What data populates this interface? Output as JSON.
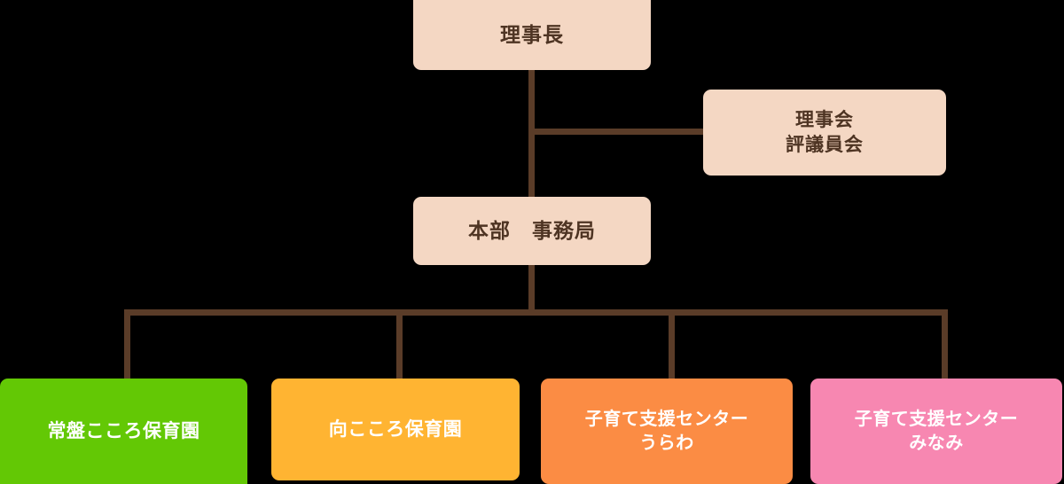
{
  "chart_data": {
    "type": "diagram",
    "subtype": "organization-chart",
    "title": "",
    "orientation": "top-down",
    "colors": {
      "line": "#5a3c28",
      "background": "#000000",
      "peach_fill": "#f4d7c3",
      "peach_text": "#4e3423",
      "leaf_text": "#ffffff",
      "green": "#63c805",
      "amber": "#ffb432",
      "orange": "#fb8c44",
      "pink": "#f787b1"
    },
    "nodes": [
      {
        "id": "chairman",
        "label": "理事長",
        "level": 0,
        "fill": "#f4d7c3",
        "text": "#4e3423"
      },
      {
        "id": "board",
        "label": "理事会\n評議員会",
        "level": 1,
        "fill": "#f4d7c3",
        "text": "#4e3423"
      },
      {
        "id": "headquarters",
        "label": "本部　事務局",
        "level": 1,
        "fill": "#f4d7c3",
        "text": "#4e3423"
      },
      {
        "id": "tokiwa",
        "label": "常盤こころ保育園",
        "level": 2,
        "fill": "#63c805",
        "text": "#ffffff"
      },
      {
        "id": "mukai",
        "label": "向こころ保育園",
        "level": 2,
        "fill": "#ffb432",
        "text": "#ffffff"
      },
      {
        "id": "urawa",
        "label": "子育て支援センター\nうらわ",
        "level": 2,
        "fill": "#fb8c44",
        "text": "#ffffff"
      },
      {
        "id": "minami",
        "label": "子育て支援センター\nみなみ",
        "level": 2,
        "fill": "#f787b1",
        "text": "#ffffff"
      }
    ],
    "edges": [
      {
        "from": "chairman",
        "to": "board"
      },
      {
        "from": "chairman",
        "to": "headquarters"
      },
      {
        "from": "headquarters",
        "to": "tokiwa"
      },
      {
        "from": "headquarters",
        "to": "mukai"
      },
      {
        "from": "headquarters",
        "to": "urawa"
      },
      {
        "from": "headquarters",
        "to": "minami"
      }
    ]
  },
  "nodes": {
    "chairman": {
      "label": "理事長"
    },
    "board": {
      "label": "理事会\n評議員会"
    },
    "headquarters": {
      "label": "本部　事務局"
    },
    "tokiwa": {
      "label": "常盤こころ保育園"
    },
    "mukai": {
      "label": "向こころ保育園"
    },
    "urawa": {
      "label": "子育て支援センター\nうらわ"
    },
    "minami": {
      "label": "子育て支援センター\nみなみ"
    }
  }
}
